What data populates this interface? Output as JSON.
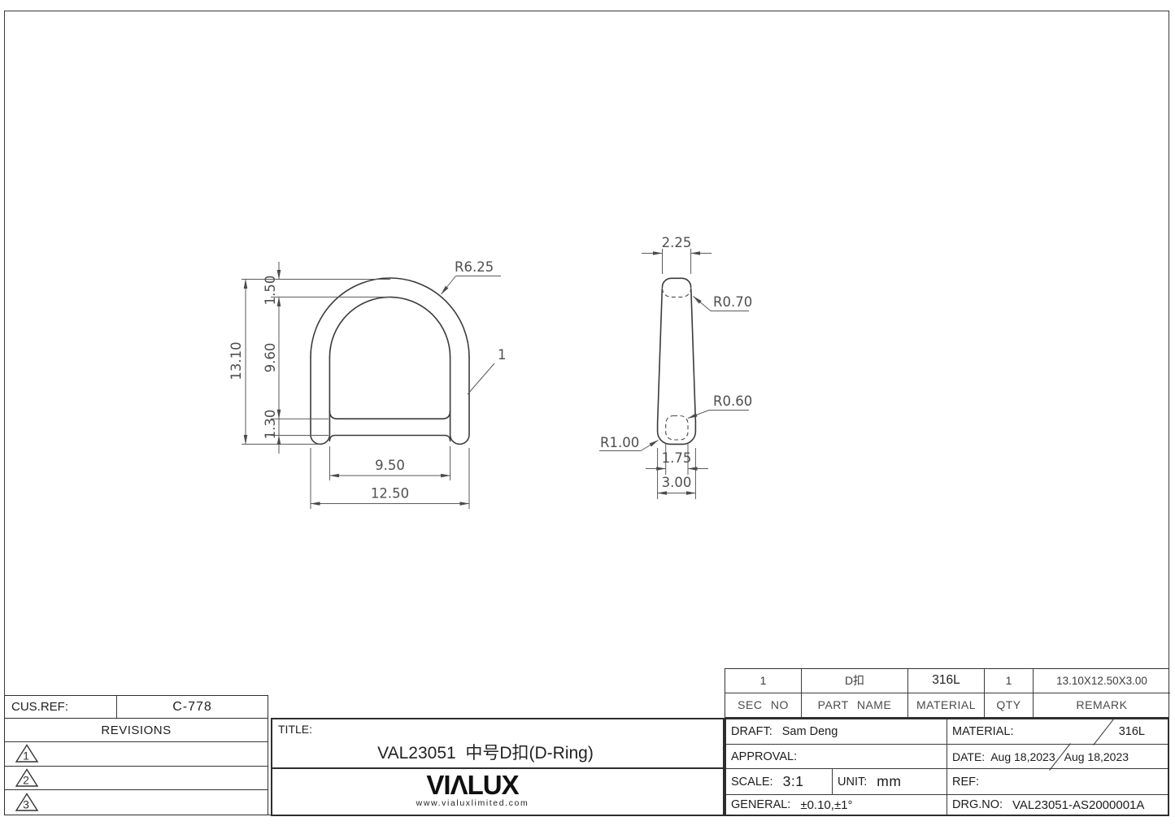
{
  "front_view": {
    "labels": {
      "overall_height": "13.10",
      "top_thickness": "1.50",
      "inner_height": "9.60",
      "bar_thickness": "1.30",
      "inner_width": "9.50",
      "outer_width": "12.50",
      "arc_radius": "R6.25",
      "item_number": "1"
    }
  },
  "side_view": {
    "labels": {
      "top_width": "2.25",
      "top_radius": "R0.70",
      "core_radius": "R0.60",
      "bottom_radius": "R1.00",
      "core_width": "1.75",
      "bottom_width": "3.00"
    }
  },
  "parts_table": {
    "headers": [
      "SEC NO",
      "PART NAME",
      "MATERIAL",
      "QTY",
      "REMARK"
    ],
    "rows": [
      [
        "1",
        "D扣",
        "316L",
        "1",
        "13.10X12.50X3.00"
      ]
    ]
  },
  "title_block": {
    "cus_ref_label": "CUS.REF:",
    "cus_ref_value": "C-778",
    "revisions_label": "REVISIONS",
    "revision_markers": [
      "1",
      "2",
      "3"
    ],
    "title_label": "TITLE:",
    "title": "VAL23051  中号D扣(D-Ring)",
    "brand": "VIALUX",
    "brand_display": "VIΛLUX",
    "brand_url": "www.vialuxlimited.com",
    "draft_label": "DRAFT:",
    "draft": "Sam Deng",
    "approval_label": "APPROVAL:",
    "approval": "",
    "scale_label": "SCALE:",
    "scale": "3:1",
    "unit_label": "UNIT:",
    "unit": "mm",
    "general_label": "GENERAL:",
    "general": "±0.10,±1°",
    "material_label": "MATERIAL:",
    "material": "316L",
    "date_label": "DATE:",
    "date_draft": "Aug 18,2023",
    "date_approved": "Aug 18,2023",
    "ref_label": "REF:",
    "ref": "",
    "drg_no_label": "DRG.NO:",
    "drg_no": "VAL23051-AS2000001A"
  }
}
